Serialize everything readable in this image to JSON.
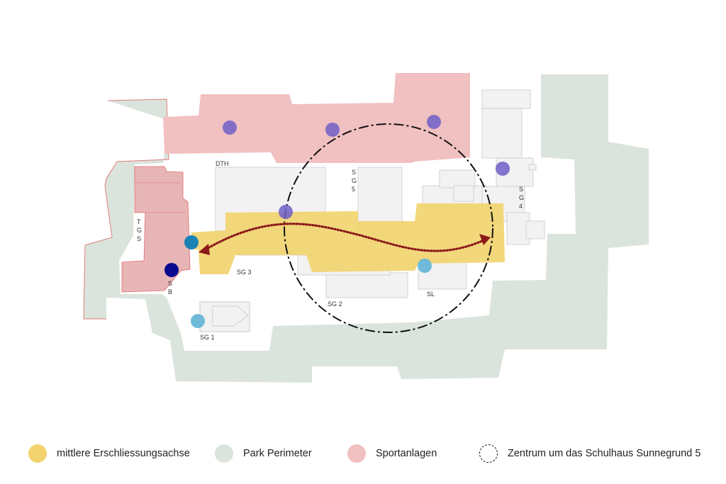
{
  "colors": {
    "axis": "#f2d36d",
    "park": "#dbe4dc",
    "sport": "#f1c0c1",
    "purple": "#6f5fc8",
    "lightblue": "#6fbad8",
    "teal": "#1a82b5",
    "navy": "#0a0a8f",
    "arrow": "#8b1a1a"
  },
  "labels": {
    "dth": "DTH",
    "sg5": [
      "S",
      "G",
      "5"
    ],
    "sg4": [
      "S",
      "G",
      "4"
    ],
    "tgs": [
      "T",
      "G",
      "S"
    ],
    "sb": [
      "S",
      "B"
    ],
    "sg3": "SG 3",
    "sg2": "SG 2",
    "sl": "SL",
    "sg1": "SG 1"
  },
  "legend": [
    {
      "label": "mittlere Erschliessungsachse",
      "color": "#f2d36d",
      "style": "fill"
    },
    {
      "label": "Park Perimeter",
      "color": "#dbe4dc",
      "style": "fill"
    },
    {
      "label": "Sportanlagen",
      "color": "#f1c0c1",
      "style": "fill"
    },
    {
      "label": "Zentrum um das Schulhaus Sunnegrund 5",
      "color": "#111111",
      "style": "dashed"
    }
  ]
}
